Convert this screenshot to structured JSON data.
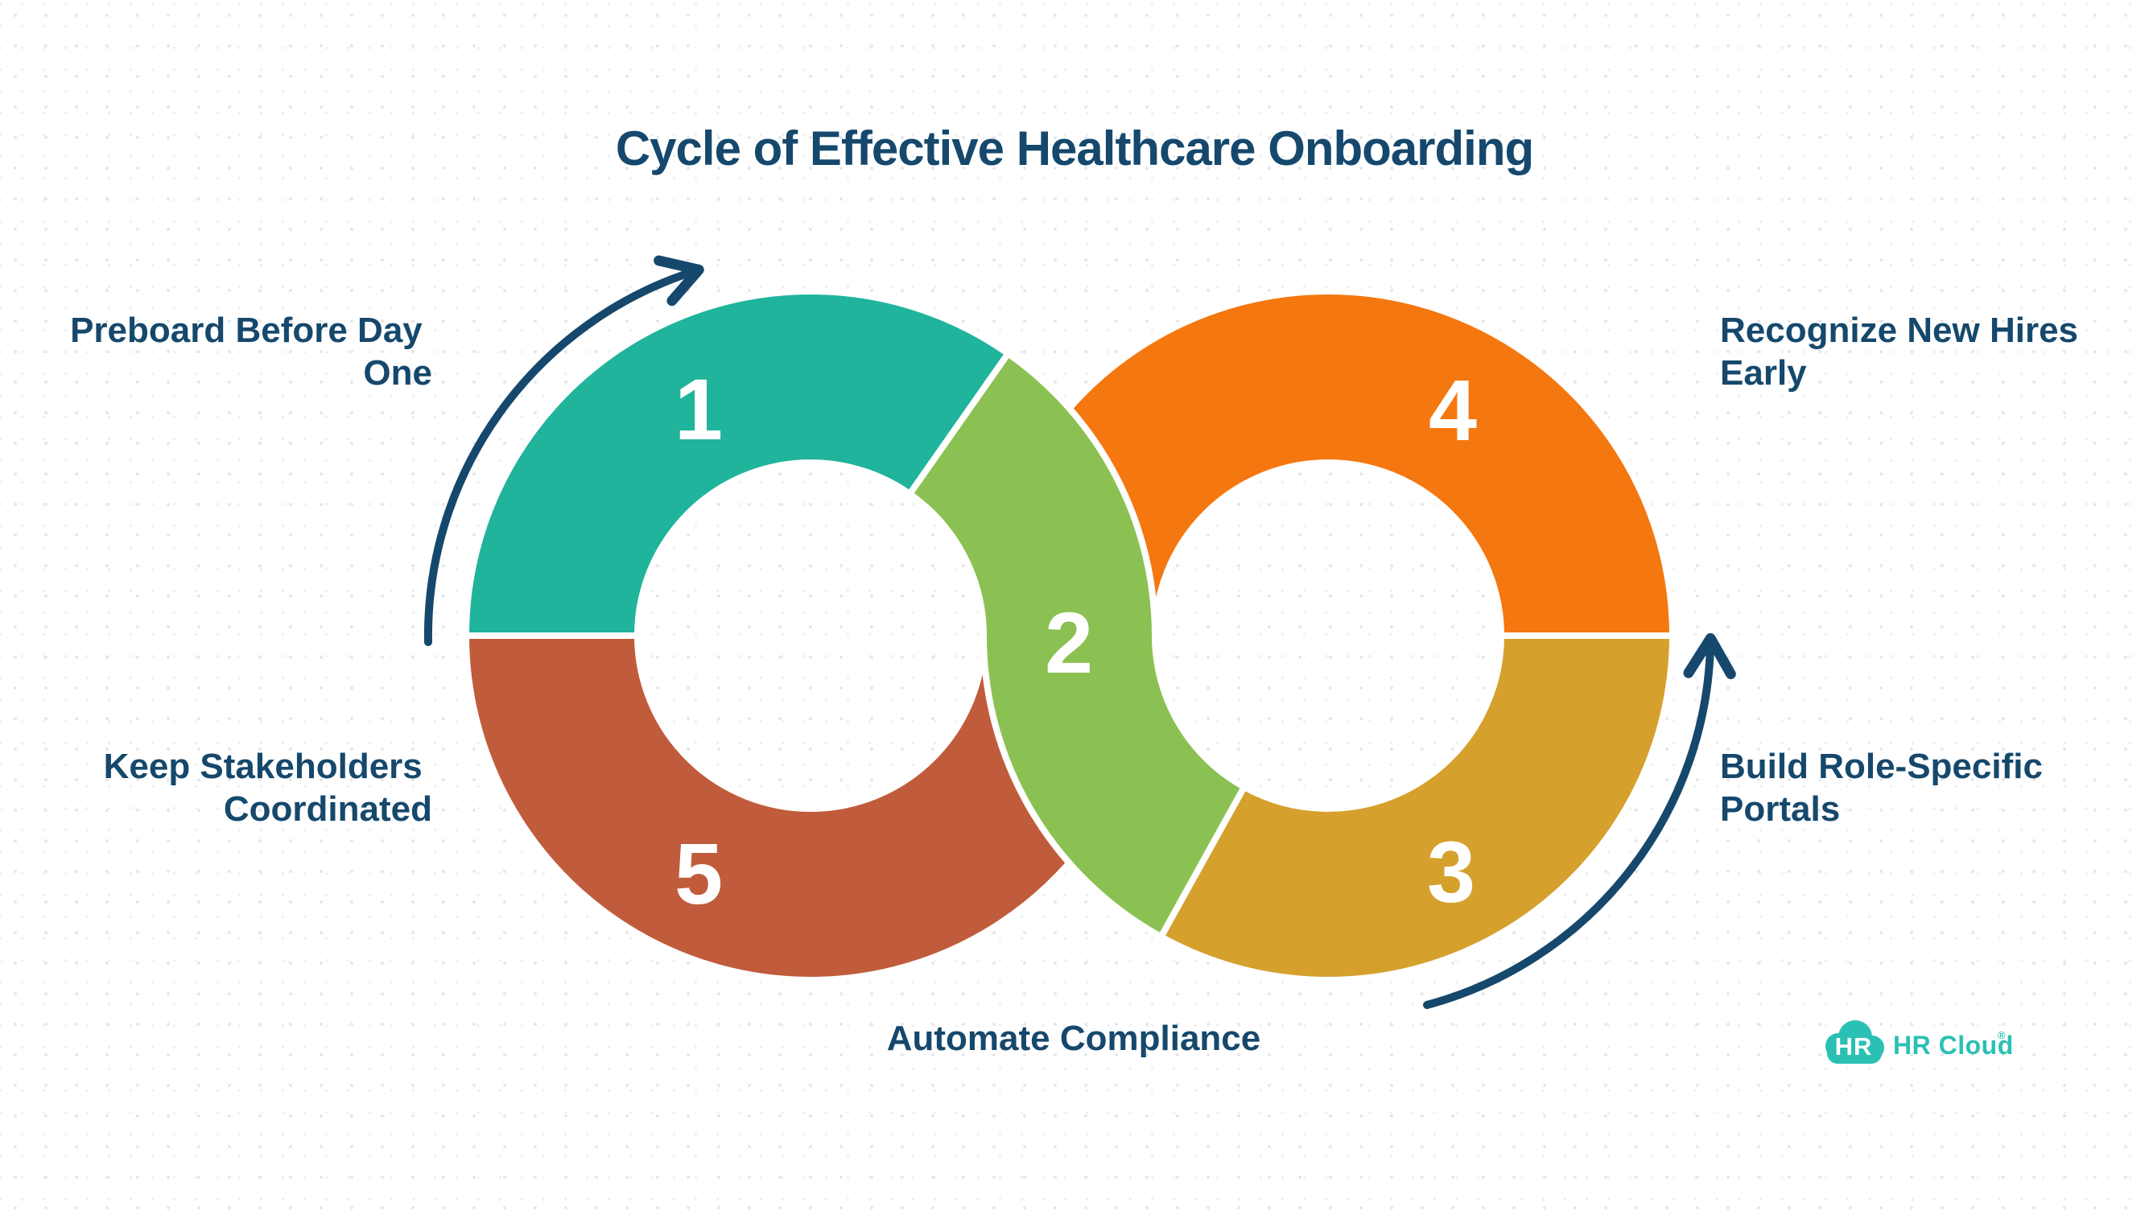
{
  "title": "Cycle of Effective Healthcare Onboarding",
  "steps": [
    {
      "number": "1",
      "label_lines": [
        "Preboard Before Day",
        "One"
      ]
    },
    {
      "number": "2",
      "label_lines": [
        "Automate Compliance"
      ]
    },
    {
      "number": "3",
      "label_lines": [
        "Build Role-Specific",
        "Portals"
      ]
    },
    {
      "number": "4",
      "label_lines": [
        "Recognize New Hires",
        "Early"
      ]
    },
    {
      "number": "5",
      "label_lines": [
        "Keep Stakeholders",
        "Coordinated"
      ]
    }
  ],
  "colors": {
    "teal": "#1FB49B",
    "green": "#8BC152",
    "orange": "#F5770F",
    "gold": "#D5A02C",
    "rust": "#C05C3C",
    "navy": "#15486C",
    "logo_teal": "#2BC0B4",
    "white": "#FFFFFF",
    "background": "#FFFFFF"
  },
  "logo": {
    "badge": "HR",
    "name": "HR Cloud",
    "registered": "®"
  }
}
